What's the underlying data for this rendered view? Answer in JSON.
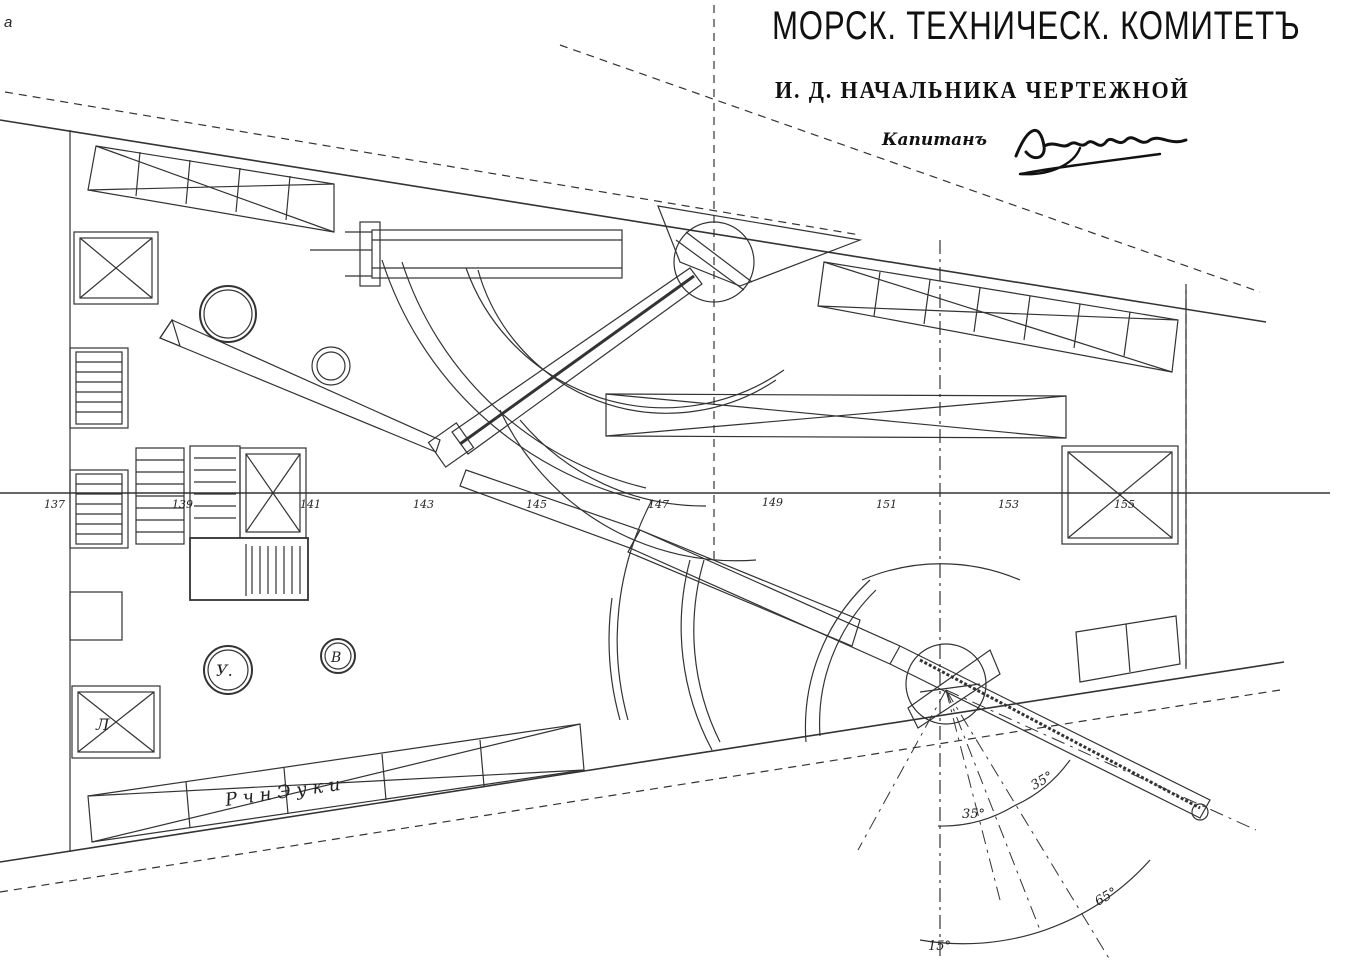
{
  "corner_letter": "a",
  "stamp": {
    "line1": "МОРСК. ТЕХНИЧЕСК. КОМИТЕТЪ",
    "line2": "И. Д. НАЧАЛЬНИКА ЧЕРТЕЖНОЙ",
    "line3": "Капитанъ"
  },
  "frame_labels": [
    "137",
    "139",
    "141",
    "143",
    "145",
    "147",
    "149",
    "151",
    "153",
    "155"
  ],
  "room_labels": {
    "u": "У.",
    "v": "В",
    "l": "Л"
  },
  "magazine_label": "Р ч н Э у к и",
  "angles": {
    "a1": "35°",
    "a2": "35°",
    "a3": "65°",
    "a4": "15°"
  }
}
